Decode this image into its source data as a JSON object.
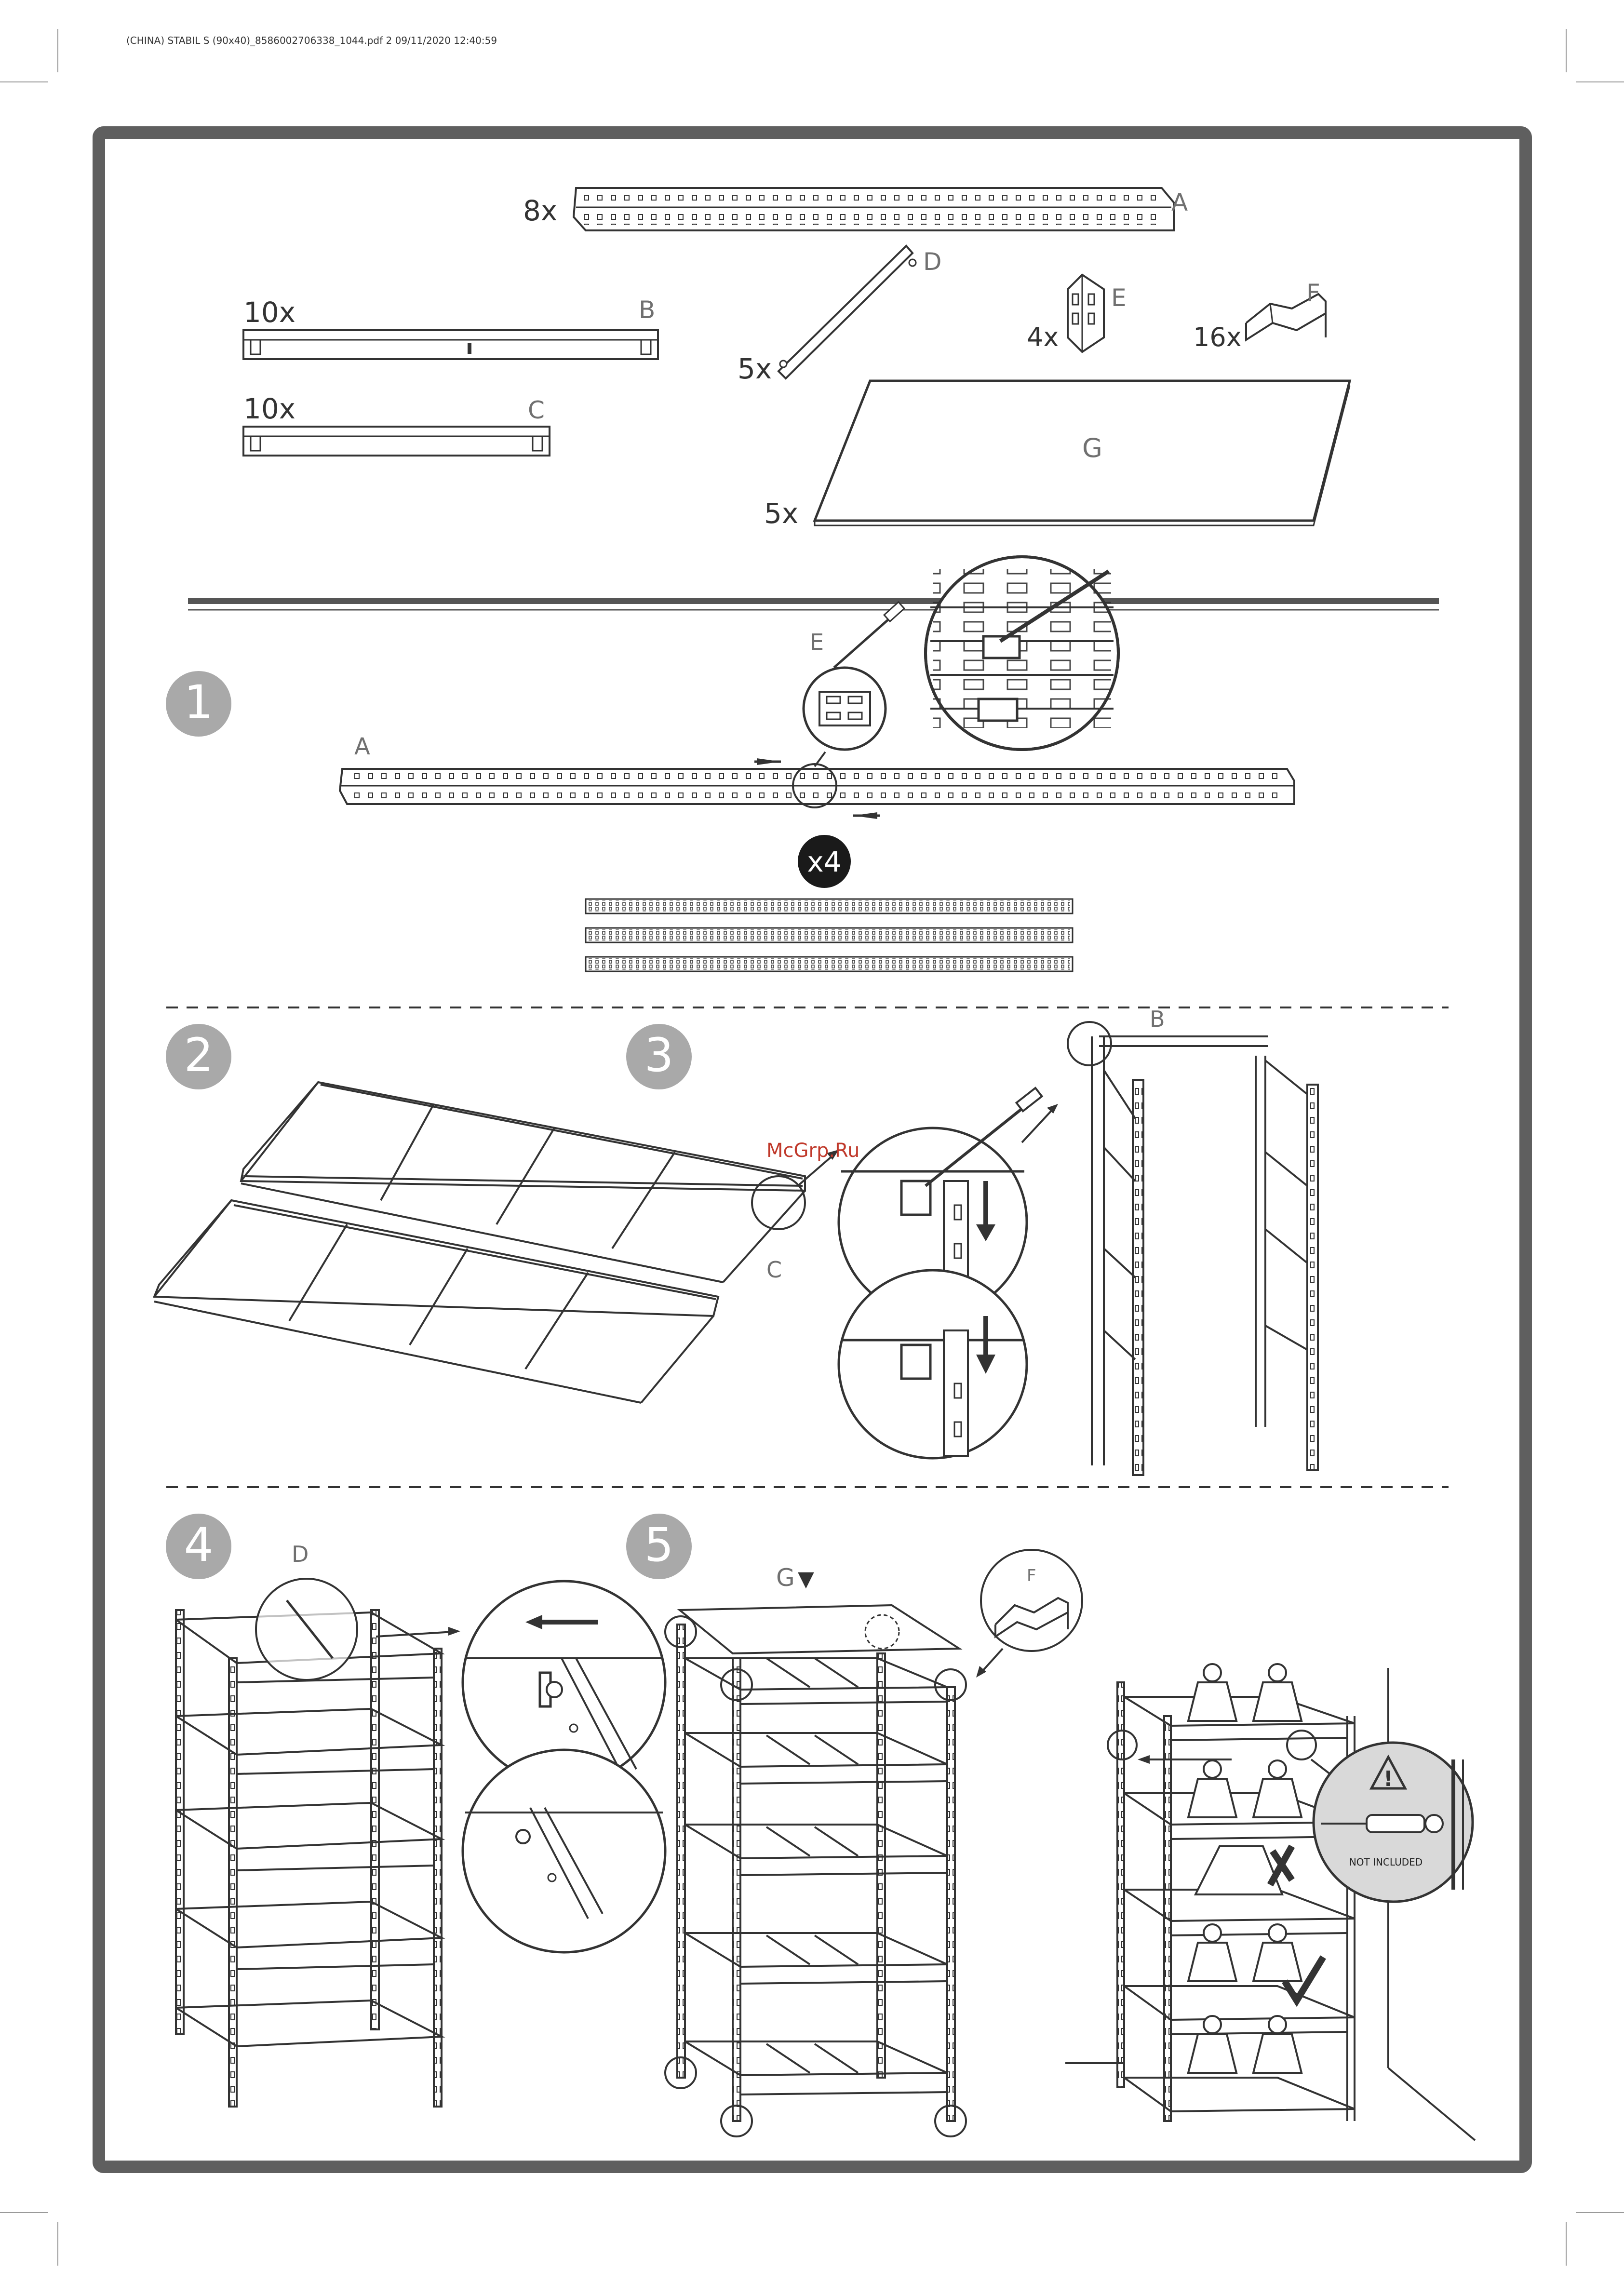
{
  "header": {
    "file_info": "(CHINA) STABIL S (90x40)_8586002706338_1044.pdf  2  09/11/2020  12:40:59"
  },
  "colors": {
    "frame": "#5f5f5f",
    "step_badge": "#a9a9a9",
    "x4_badge": "#1a1a1a",
    "label_grey": "#707070",
    "watermark": "#c0392b"
  },
  "parts": {
    "A": {
      "qty": "8x",
      "letter": "A"
    },
    "B": {
      "qty": "10x",
      "letter": "B"
    },
    "C": {
      "qty": "10x",
      "letter": "C"
    },
    "D": {
      "qty": "5x",
      "letter": "D"
    },
    "E": {
      "qty": "4x",
      "letter": "E"
    },
    "F": {
      "qty": "16x",
      "letter": "F"
    },
    "G": {
      "qty": "5x",
      "letter": "G"
    }
  },
  "steps": [
    {
      "number": "1",
      "labels": [
        "A",
        "E"
      ],
      "badge": "x4"
    },
    {
      "number": "2",
      "labels": []
    },
    {
      "number": "3",
      "labels": [
        "B",
        "C"
      ]
    },
    {
      "number": "4",
      "labels": [
        "D"
      ]
    },
    {
      "number": "5",
      "labels": [
        "G",
        "F"
      ]
    }
  ],
  "arrows": {
    "down_triangle": "▼"
  },
  "warning": {
    "symbol": "!",
    "text": "NOT INCLUDED"
  },
  "watermark": "McGrp.Ru"
}
